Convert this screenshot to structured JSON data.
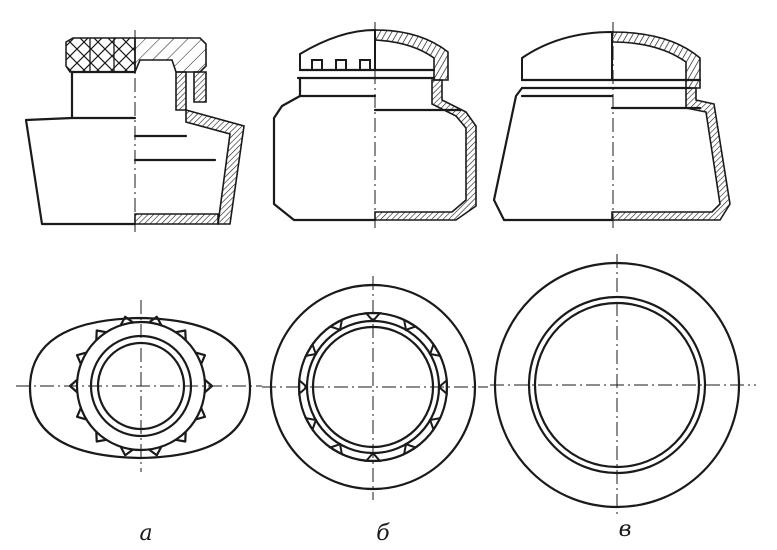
{
  "figure": {
    "labels": [
      "а",
      "б",
      "в"
    ]
  },
  "colors": {
    "ink": "#1a1a1a",
    "paper": "#ffffff"
  }
}
